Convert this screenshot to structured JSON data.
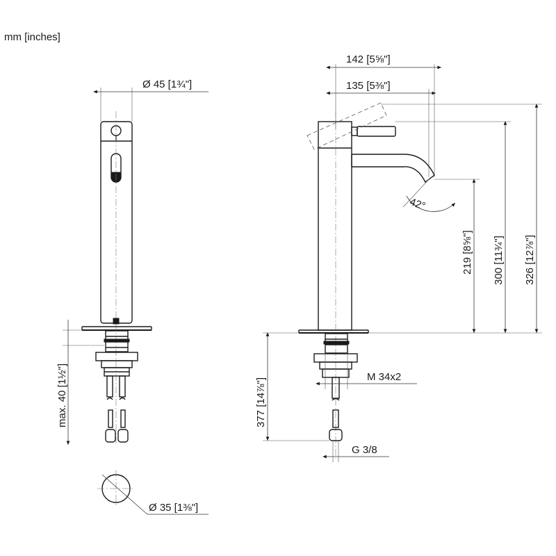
{
  "units_label": "mm [inches]",
  "dimensions": {
    "top_diameter": "Ø 45 [1¾\"]",
    "base_diameter": "Ø 35 [1⅜\"]",
    "max_thickness": "max. 40 [1½\"]",
    "depth_under": "377 [14⅞\"]",
    "reach_outer": "142 [5⅝\"]",
    "reach_inner": "135 [5⅜\"]",
    "outlet_height": "219 [8⅝\"]",
    "spout_height": "300 [11¾\"]",
    "total_height": "326 [12⅞\"]",
    "angle": "42°",
    "thread": "M 34x2",
    "connection": "G 3/8"
  }
}
